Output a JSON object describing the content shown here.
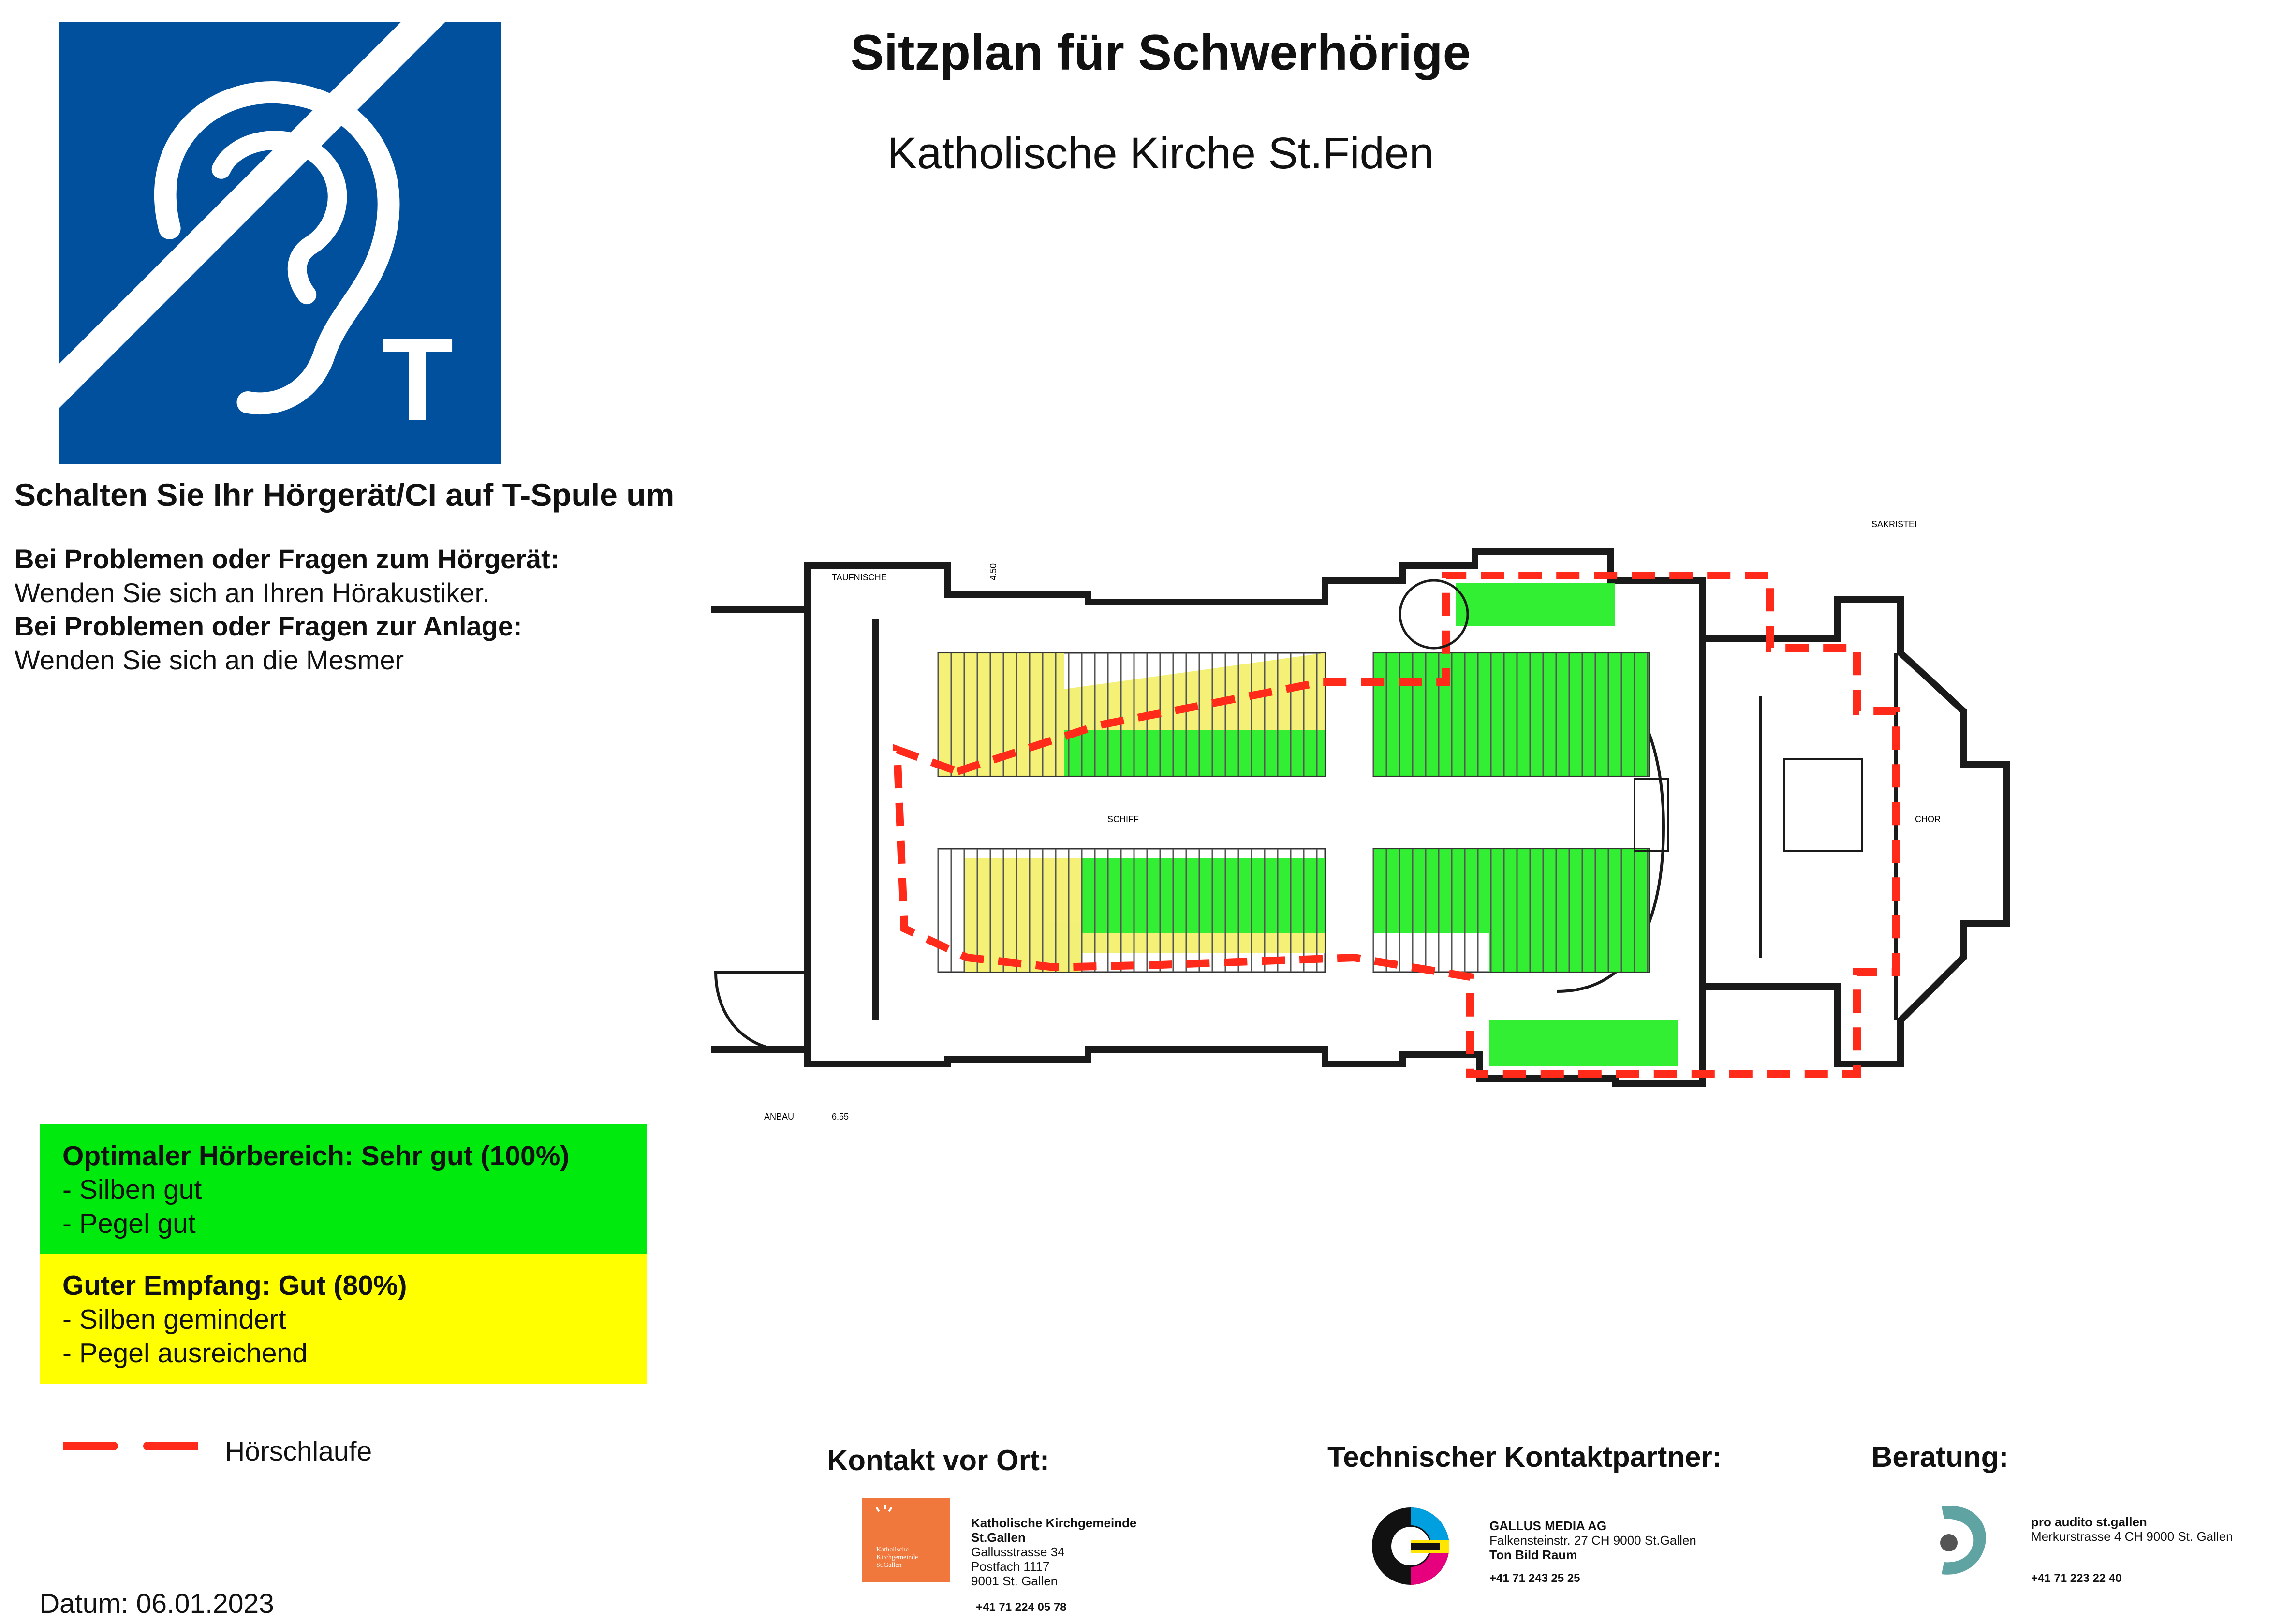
{
  "header": {
    "title": "Sitzplan für Schwerhörige",
    "subtitle": "Katholische Kirche St.Fiden"
  },
  "logo": {
    "icon": "hearing-loop-t-symbol-icon",
    "letter": "T",
    "color": "#00509e"
  },
  "instructions": {
    "tspule": "Schalten Sie Ihr Hörgerät/CI auf T-Spule um",
    "hoergeraet_heading": "Bei Problemen oder Fragen zum Hörgerät:",
    "hoergeraet_text": "Wenden Sie sich an Ihren Hörakustiker.",
    "anlage_heading": "Bei Problemen oder Fragen zur Anlage:",
    "anlage_text": "Wenden Sie sich an die Mesmer"
  },
  "floorplan": {
    "labels": {
      "taufnische": "TAUFNISCHE",
      "sakristei": "SAKRISTEI",
      "schiff": "SCHIFF",
      "chor": "CHOR",
      "anbau": "ANBAU",
      "anbau_dim": "6.55",
      "dim_top": "4.50"
    },
    "colors": {
      "optimal": "#22ee22",
      "good": "#f3f06a",
      "loop": "#ff2a1a",
      "wall": "#1a1a1a"
    }
  },
  "legend": {
    "optimal": {
      "heading": "Optimaler Hörbereich: Sehr gut (100%)",
      "line1": "- Silben gut",
      "line2": "- Pegel gut",
      "color": "#00ea0d"
    },
    "good": {
      "heading": "Guter Empfang: Gut (80%)",
      "line1": "- Silben gemindert",
      "line2": "- Pegel ausreichend",
      "color": "#ffff00"
    },
    "loop_label": "Hörschlaufe"
  },
  "contacts": {
    "vor_ort": {
      "heading": "Kontakt vor Ort:",
      "logo_text1": "Katholische Kirchgemeinde",
      "logo_text2": "St.Gallen",
      "name1": "Katholische Kirchgemeinde",
      "name2": "St.Gallen",
      "line1": "Gallusstrasse 34",
      "line2": "Postfach 1117",
      "line3": "9001 St. Gallen",
      "phone": "+41 71 224 05 78"
    },
    "technisch": {
      "heading": "Technischer Kontaktpartner:",
      "name": "GALLUS MEDIA AG",
      "line1": "Falkensteinstr. 27 CH 9000 St.Gallen",
      "line2": "Ton Bild Raum",
      "phone": "+41 71 243 25 25"
    },
    "beratung": {
      "heading": "Beratung:",
      "name": "pro audito st.gallen",
      "line1": "Merkurstrasse 4 CH 9000 St. Gallen",
      "phone": "+41 71 223 22 40"
    }
  },
  "footer": {
    "date": "Datum: 06.01.2023"
  }
}
